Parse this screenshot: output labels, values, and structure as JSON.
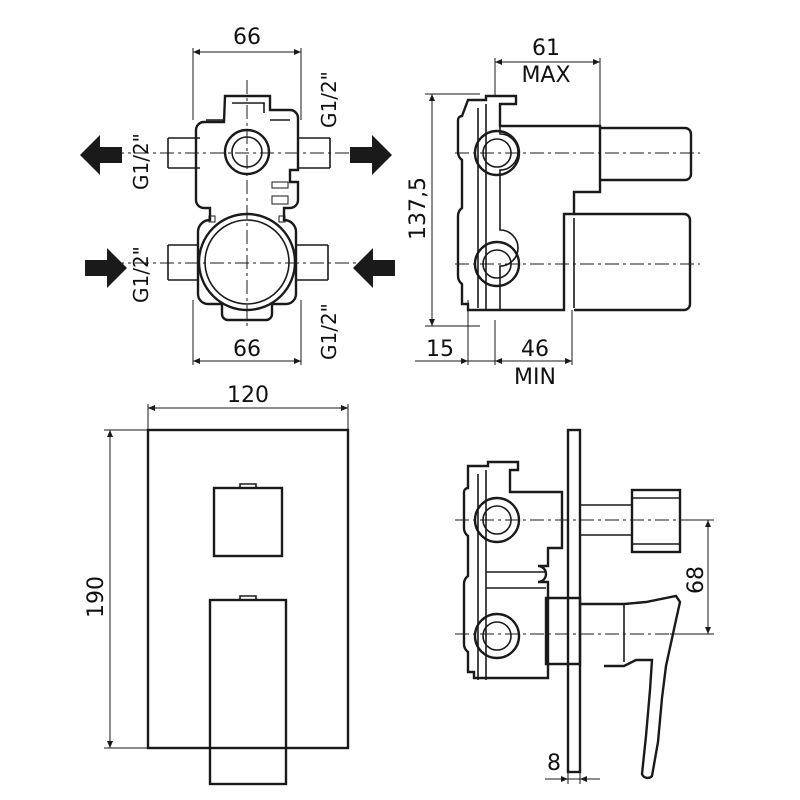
{
  "top_front": {
    "dim_width_top": "66",
    "dim_width_bottom": "66",
    "thread_left_top": "G1/2\"",
    "thread_left_bottom": "G1/2\"",
    "thread_right_top": "G1/2\"",
    "thread_right_bottom": "G1/2\""
  },
  "top_side": {
    "dim_depth_max": "61",
    "label_max": "MAX",
    "dim_height": "137,5",
    "dim_front": "15",
    "dim_depth_min": "46",
    "label_min": "MIN"
  },
  "bottom_front": {
    "dim_width": "120",
    "dim_height": "190"
  },
  "bottom_side": {
    "dim_spacing": "68",
    "dim_plate": "8"
  },
  "icons": {
    "outlet_arrow": "arrow-left-icon",
    "outlet_arrow_right": "arrow-right-icon",
    "inlet_arrow": "arrow-right-icon",
    "inlet_arrow_left": "arrow-left-icon"
  }
}
